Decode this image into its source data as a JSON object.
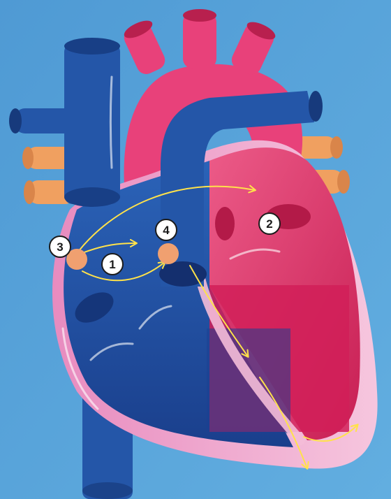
{
  "diagram": {
    "markers": [
      {
        "id": "marker-1",
        "label": "1"
      },
      {
        "id": "marker-2",
        "label": "2"
      },
      {
        "id": "marker-3",
        "label": "3"
      },
      {
        "id": "marker-4",
        "label": "4"
      }
    ],
    "colors": {
      "background": "#5aa6d9",
      "deoxygenated_blue": "#1e4fa0",
      "oxygenated_red": "#e0245e",
      "aorta_pink": "#e8417a",
      "pericardium_pink": "#f1b6d6",
      "pulmonary_vein_orange": "#f0a060",
      "node_orange": "#f0a070",
      "signal_yellow": "#ffe24a"
    },
    "icons": {
      "arrow": "arrow-icon",
      "node": "circle-node-icon"
    }
  }
}
